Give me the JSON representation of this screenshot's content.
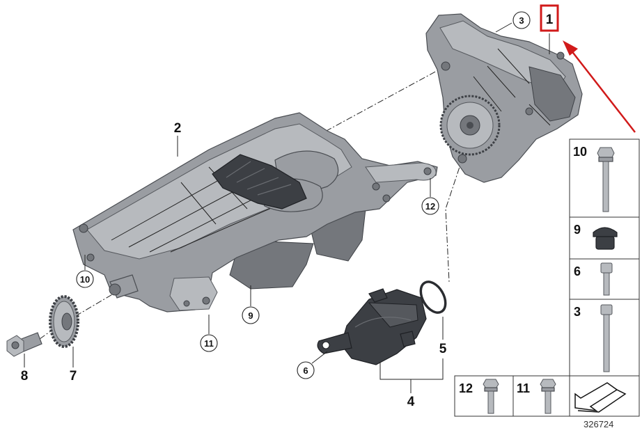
{
  "callouts": {
    "c1": "1",
    "c2": "2",
    "c3": "3",
    "c4": "4",
    "c5": "5",
    "c6": "6",
    "c7": "7",
    "c8": "8",
    "c9": "9",
    "c10": "10",
    "c11": "11",
    "c12": "12"
  },
  "fastener_table": {
    "items": {
      "r10": "10",
      "r9": "9",
      "r6": "6",
      "r3": "3",
      "r12": "12",
      "r11": "11"
    }
  },
  "diagram_ref": "326724",
  "colors": {
    "highlight": "#d11a1a",
    "metal": "#9a9da2",
    "dark_part": "#3c3f44"
  },
  "icons": {
    "arrow": "red-arrow-icon",
    "direction": "direction-arrow-icon"
  }
}
